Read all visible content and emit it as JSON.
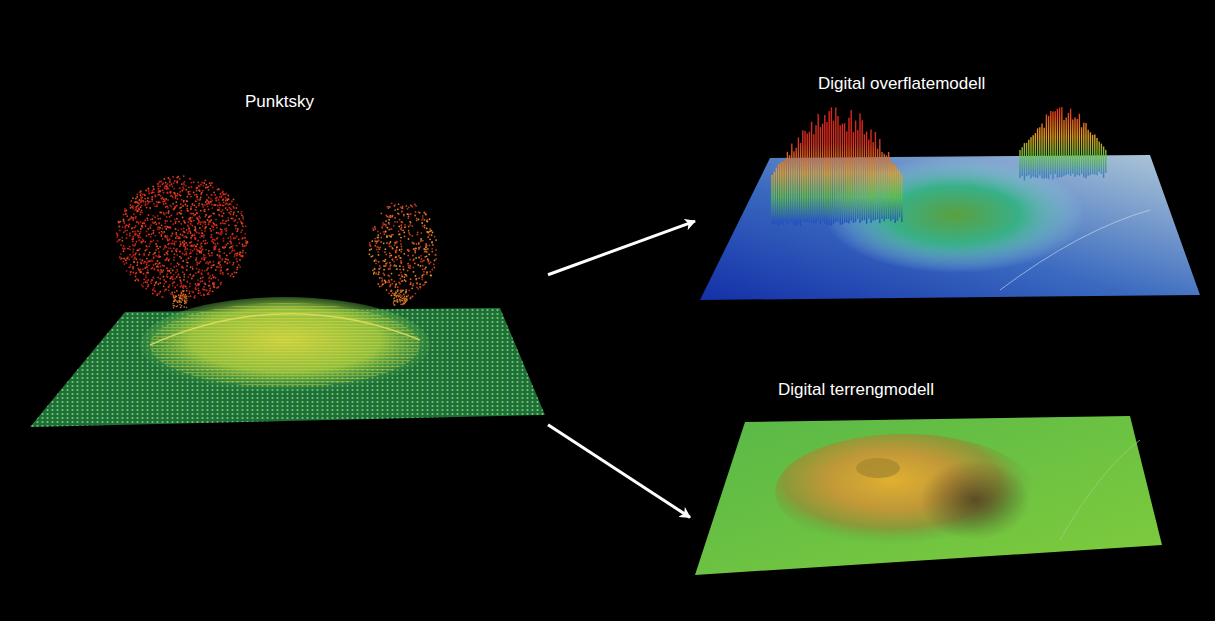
{
  "diagram": {
    "nodes": [
      {
        "text": [
          "Punktsky"
        ]
      },
      {
        "text": [
          "Digital overflatemodell"
        ]
      },
      {
        "text": [
          "Digital terrengmodell"
        ]
      }
    ],
    "edges": [
      {
        "from": 0,
        "to": 1,
        "arrow": "to"
      },
      {
        "from": 0,
        "to": 2,
        "arrow": "to"
      }
    ]
  }
}
